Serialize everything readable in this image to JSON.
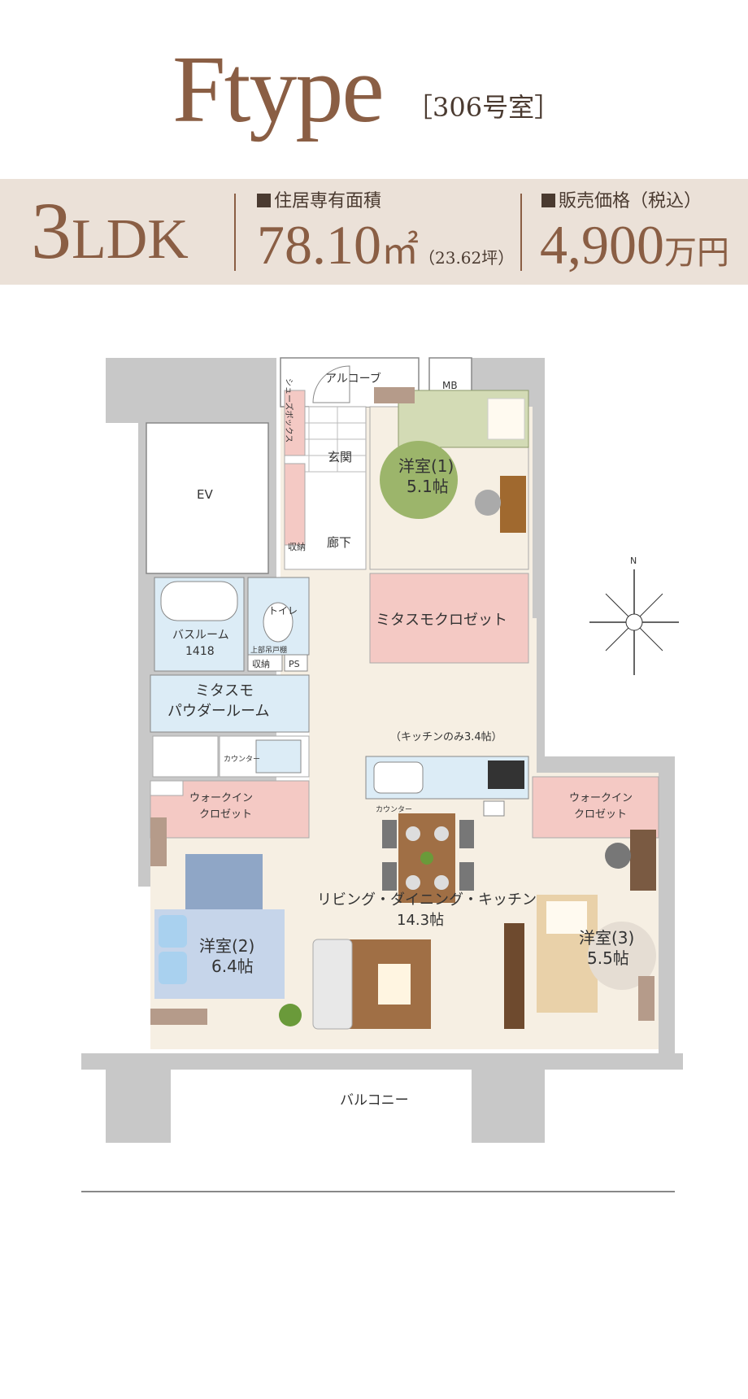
{
  "header": {
    "type_name": "Ftype",
    "room_number": "［306号室］"
  },
  "summary": {
    "layout_big": "3",
    "layout_rest": "LDK",
    "area_label": "住居専有面積",
    "area_value": "78.10",
    "area_unit": "㎡",
    "area_tsubo": "（23.62坪）",
    "price_label": "販売価格（税込）",
    "price_value": "4,900",
    "price_unit": "万円"
  },
  "floorplan": {
    "alcove": "アルコーブ",
    "mb": "MB",
    "ev": "EV",
    "shoes_box": "シューズボックス",
    "genkan": "玄関",
    "storage": "収納",
    "hallway": "廊下",
    "room1_name": "洋室(1)",
    "room1_size": "5.1帖",
    "toilet": "トイレ",
    "upper_shelf": "上部吊戸棚",
    "storage2": "収納",
    "ps": "PS",
    "bath_name": "バスルーム",
    "bath_size": "1418",
    "mitasumo_closet": "ミタスモクロゼット",
    "powder_line1": "ミタスモ",
    "powder_line2": "パウダールーム",
    "counter": "カウンター",
    "kitchen_note": "（キッチンのみ3.4帖）",
    "kitchen_counter": "カウンター",
    "walkin1_line1": "ウォークイン",
    "walkin1_line2": "クロゼット",
    "walkin2_line1": "ウォークイン",
    "walkin2_line2": "クロゼット",
    "ldk_name": "リビング・ダイニング・キッチン",
    "ldk_size": "14.3帖",
    "room2_name": "洋室(2)",
    "room2_size": "6.4帖",
    "room3_name": "洋室(3)",
    "room3_size": "5.5帖",
    "balcony": "バルコニー",
    "north": "N"
  },
  "colors": {
    "accent": "#8a5e44",
    "band": "#ebe1d8",
    "wall": "#c8c8c8",
    "floor": "#f6efe3",
    "pink": "#f4c9c4",
    "blue": "#dcecf6",
    "green": "#9cb56b"
  }
}
